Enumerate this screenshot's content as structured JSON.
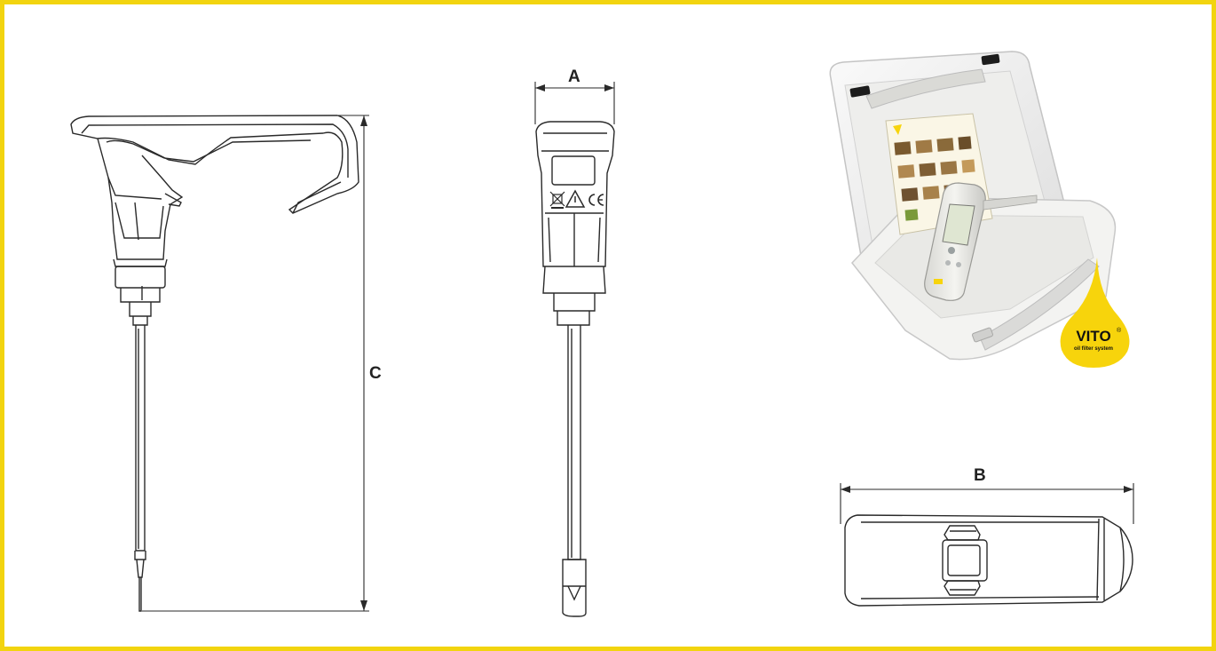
{
  "dimensions": {
    "width_label": "A",
    "length_label": "B",
    "height_label": "C"
  },
  "brand": {
    "name": "VITO",
    "registered_mark": "®",
    "tagline": "oil filter system"
  },
  "colors": {
    "frame": "#f2d40f",
    "brand_yellow": "#f7d40c",
    "line_art": "#2a2a2a",
    "case_white": "#f3f3f1"
  },
  "icons": [
    "weee-bin-icon",
    "warning-triangle-icon",
    "ce-mark-icon"
  ]
}
